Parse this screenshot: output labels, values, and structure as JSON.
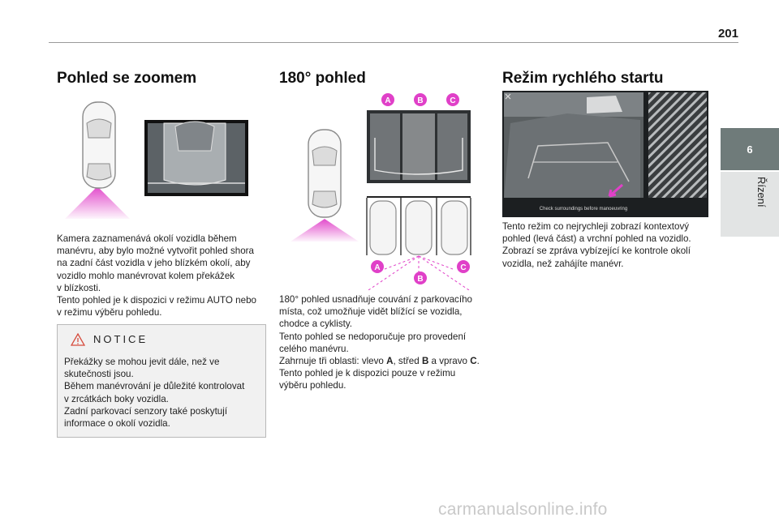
{
  "page_number": "201",
  "side_tab": {
    "number": "6",
    "label": "Řízení"
  },
  "col1": {
    "heading": "Pohled se zoomem",
    "text": "Kamera zaznamenává okolí vozidla během\nmanévru, aby bylo možné vytvořit pohled shora\nna zadní část vozidla v jeho blízkém okolí, aby\nvozidlo mohlo manévrovat kolem překážek\nv blízkosti.\nTento pohled je k dispozici v režimu AUTO nebo\nv režimu výběru pohledu.",
    "notice": {
      "title": "NOTICE",
      "text": "Překážky se mohou jevit dále, než ve\nskutečnosti jsou.\nBěhem manévrování je důležité kontrolovat\nv zrcátkách boky vozidla.\nZadní parkovací senzory také poskytují\ninformace o okolí vozidla."
    }
  },
  "col2": {
    "heading": "180° pohled",
    "labels": {
      "a": "A",
      "b": "B",
      "c": "C"
    },
    "text_lines": [
      "180° pohled usnadňuje couvání z parkovacího",
      "místa, což umožňuje vidět blížící se vozidla,",
      "chodce a cyklisty.",
      "Tento pohled se nedoporučuje pro provedení",
      "celého manévru."
    ],
    "zones": {
      "prefix": "Zahrnuje tři oblasti: vlevo ",
      "a": "A",
      "mid1": ", střed ",
      "b": "B",
      "mid2": " a vpravo ",
      "c": "C",
      "end": "."
    },
    "text_lines2": [
      "Tento pohled je k dispozici pouze v režimu",
      "výběru pohledu."
    ]
  },
  "col3": {
    "heading": "Režim rychlého startu",
    "screen_caption": "Check surroundings before manoeuvring",
    "text": "Tento režim co nejrychleji zobrazí kontextový\npohled (levá část) a vrchní pohled na vozidlo.\nZobrazí se zpráva vybízející ke kontrole okolí\nvozidla, než zahájíte manévr."
  },
  "footer": "carmanualsonline.info",
  "colors": {
    "accent": "#e040c8",
    "tab": "#6f7b7a"
  }
}
